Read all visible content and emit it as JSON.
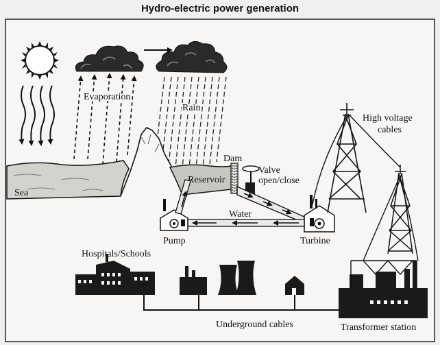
{
  "title": "Hydro-electric power generation",
  "labels": {
    "sea": "Sea",
    "evaporation": "Evaporation",
    "rain": "Rain",
    "dam": "Dam",
    "reservoir": "Reservoir",
    "valve_line1": "Valve",
    "valve_line2": "open/close",
    "water": "Water",
    "pump": "Pump",
    "turbine": "Turbine",
    "high_voltage_line1": "High voltage",
    "high_voltage_line2": "cables",
    "hospitals_schools": "Hospitals/Schools",
    "underground_cables": "Underground cables",
    "transformer_station": "Transformer station"
  }
}
